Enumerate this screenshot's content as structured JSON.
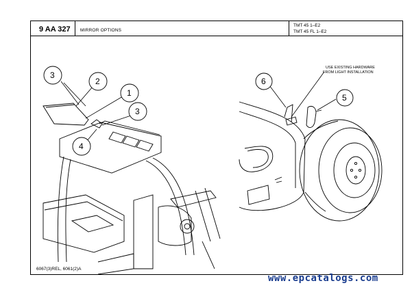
{
  "header": {
    "part_code": "9 AA 327",
    "title": "MIRROR OPTIONS",
    "model_line_1": "TMT 45 1–E2",
    "model_line_2": "TMT 45 FL 1–E2"
  },
  "callouts": {
    "left_3_top": "3",
    "left_2": "2",
    "left_1": "1",
    "left_3_mid": "3",
    "left_4": "4",
    "right_6": "6",
    "right_5": "5"
  },
  "note": {
    "line_1": "USE EXISTING HARDWARE",
    "line_2": "FROM LIGHT INSTALLATION"
  },
  "footer": {
    "reference": "6067(3)REL, 6061(2)A"
  },
  "watermark": {
    "text": "www.epcatalogs.com",
    "color": "#1a3d8f"
  }
}
